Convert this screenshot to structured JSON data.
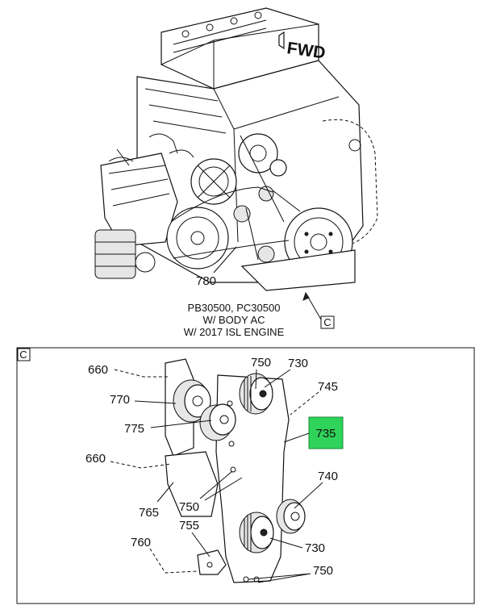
{
  "top_view": {
    "fwd_label": "FWD",
    "callout_780": "780",
    "caption_line1": "PB30500, PC30500",
    "caption_line2": "W/ BODY AC",
    "caption_line3": "W/ 2017 ISL ENGINE",
    "view_ref": "C"
  },
  "detail_view": {
    "corner_tag": "C",
    "highlight_label": "735",
    "highlight_color": "#2fd35a",
    "callouts": {
      "c660_top": "660",
      "c770": "770",
      "c775": "775",
      "c750_top": "750",
      "c730_top": "730",
      "c745": "745",
      "c660_mid": "660",
      "c740": "740",
      "c765": "765",
      "c750_mid": "750",
      "c755": "755",
      "c760": "760",
      "c730_bot": "730",
      "c750_bot": "750"
    }
  }
}
